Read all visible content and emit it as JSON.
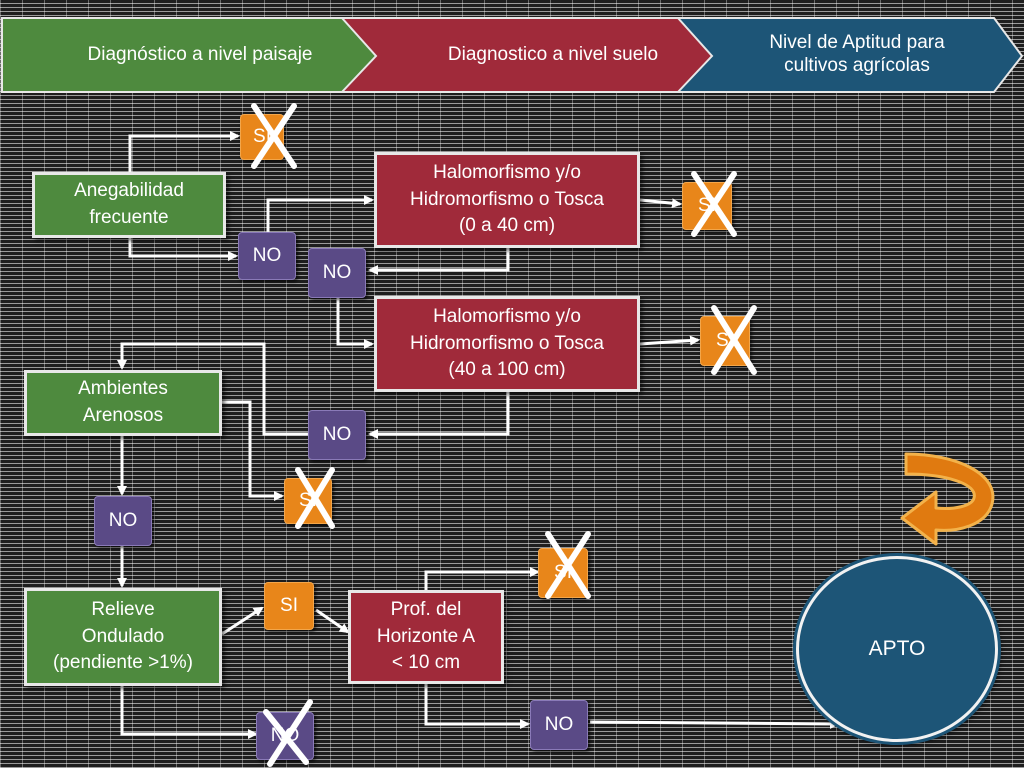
{
  "header": {
    "step1": "Diagnóstico a nivel paisaje",
    "step2": "Diagnostico a nivel suelo",
    "step3": "Nivel de Aptitud para cultivos agrícolas"
  },
  "nodes": {
    "anegabilidad": "Anegabilidad frecuente",
    "halo_0_40": "Halomorfismo y/o\nHidromorfismo o Tosca\n(0 a 40 cm)",
    "halo_40_100": "Halomorfismo y/o\nHidromorfismo o Tosca\n(40 a 100 cm)",
    "ambientes": "Ambientes\nArenosos",
    "relieve": "Relieve\nOndulado\n(pendiente >1%)",
    "prof": "Prof. del\nHorizonte  A\n< 10 cm",
    "apto": "APTO"
  },
  "labels": {
    "si": "SI",
    "no": "NO"
  },
  "colors": {
    "green": "#4e8a3e",
    "red": "#a02a3a",
    "blue": "#1d5577",
    "purple": "#5a4a86",
    "orange": "#e8861a"
  }
}
